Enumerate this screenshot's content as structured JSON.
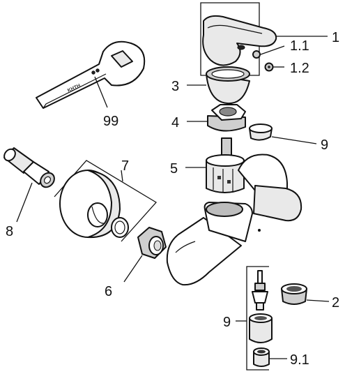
{
  "labels": {
    "l1": "1",
    "l1_1": "1.1",
    "l1_2": "1.2",
    "l2": "2",
    "l3": "3",
    "l4": "4",
    "l5": "5",
    "l6": "6",
    "l7": "7",
    "l8": "8",
    "l9a": "9",
    "l9b": "9",
    "l9_1": "9.1",
    "l99": "99"
  },
  "wrench_text": "KHTH"
}
